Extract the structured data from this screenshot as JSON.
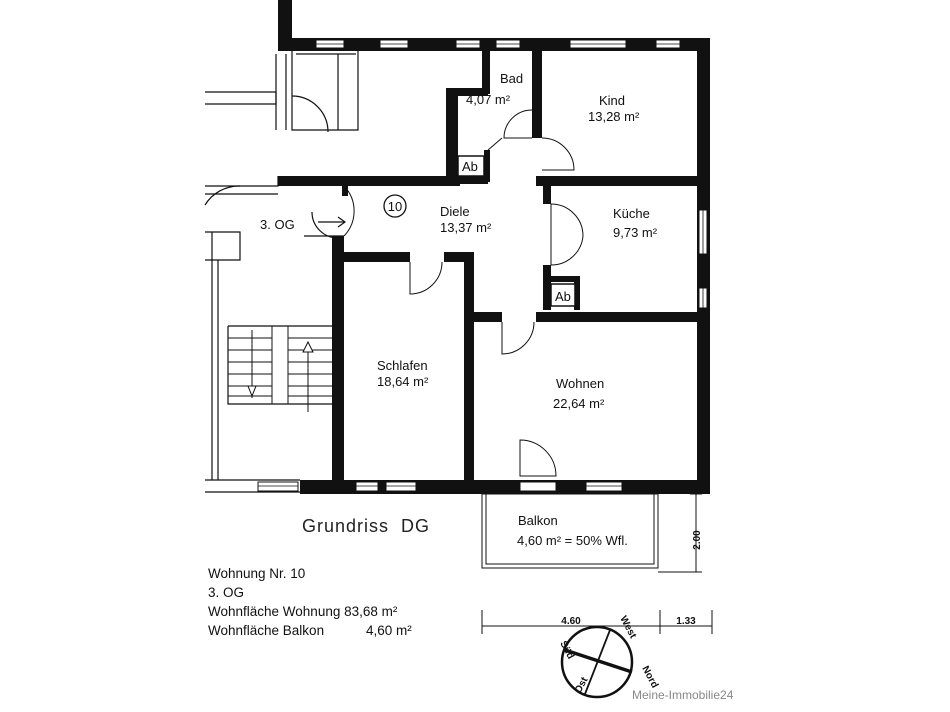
{
  "rooms": {
    "bad": {
      "name": "Bad",
      "area": "4,07 m²"
    },
    "kind": {
      "name": "Kind",
      "area": "13,28 m²"
    },
    "diele": {
      "name": "Diele",
      "area": "13,37 m²"
    },
    "kueche": {
      "name": "Küche",
      "area": "9,73 m²"
    },
    "schlafen": {
      "name": "Schlafen",
      "area": "18,64 m²"
    },
    "wohnen": {
      "name": "Wohnen",
      "area": "22,64 m²"
    },
    "balkon": {
      "name": "Balkon",
      "area": "4,60 m² = 50% Wfl."
    }
  },
  "labels": {
    "ab": "Ab",
    "floor": "3. OG",
    "unit_number": "10",
    "plan_title": "Grundriss  DG"
  },
  "dimensions": {
    "balcony_depth": "2.00",
    "width_main": "4.60",
    "width_side": "1.33"
  },
  "compass": {
    "north": "Nord",
    "south": "Süd",
    "east": "Ost",
    "west": "West"
  },
  "info": {
    "line1": "Wohnung Nr. 10",
    "line2": "3. OG",
    "line3_label": "Wohnfläche Wohnung",
    "line3_value": "83,68 m²",
    "line4_label": "Wohnfläche Balkon",
    "line4_value": "4,60 m²"
  },
  "watermark": "Meine-Immobilie24"
}
